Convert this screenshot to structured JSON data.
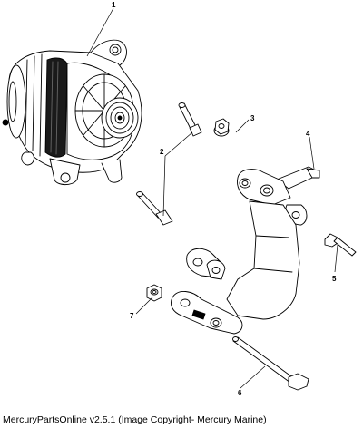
{
  "callouts": [
    {
      "id": "1",
      "label": "1"
    },
    {
      "id": "2",
      "label": "2"
    },
    {
      "id": "3",
      "label": "3"
    },
    {
      "id": "4",
      "label": "4"
    },
    {
      "id": "5",
      "label": "5"
    },
    {
      "id": "6",
      "label": "6"
    },
    {
      "id": "7",
      "label": "7"
    }
  ],
  "footer": {
    "text": "MercuryPartsOnline v2.5.1 (Image Copyright- Mercury Marine)"
  }
}
